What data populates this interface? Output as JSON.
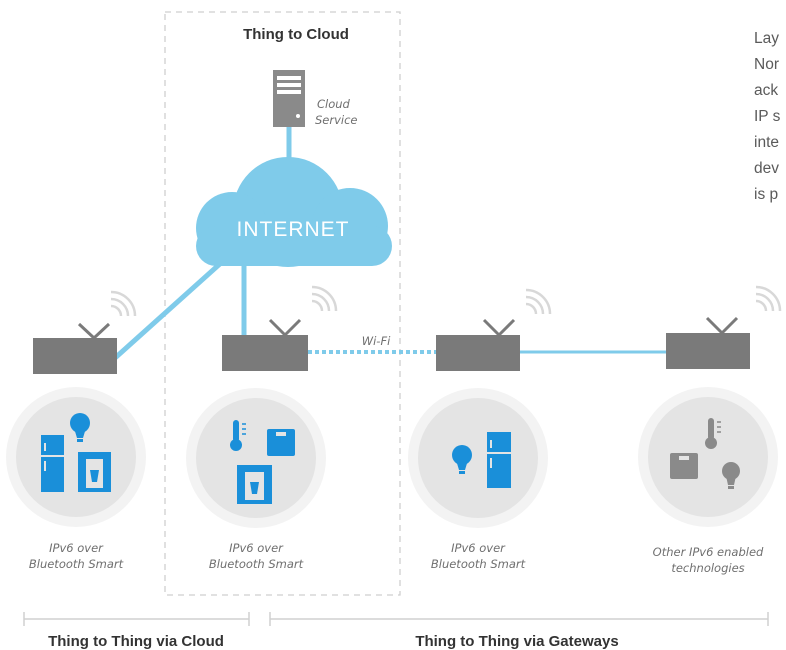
{
  "regions": {
    "cloud_region_title": "Thing to Cloud"
  },
  "cloud": {
    "service_label_line1": "Cloud",
    "service_label_line2": "Service",
    "internet_label": "INTERNET"
  },
  "links": {
    "wifi_label": "Wi-Fi"
  },
  "device_groups": [
    {
      "caption_line1": "IPv6 over",
      "caption_line2": "Bluetooth Smart"
    },
    {
      "caption_line1": "IPv6 over",
      "caption_line2": "Bluetooth Smart"
    },
    {
      "caption_line1": "IPv6 over",
      "caption_line2": "Bluetooth Smart"
    },
    {
      "caption_line1": "Other IPv6 enabled",
      "caption_line2": "technologies"
    }
  ],
  "brackets": {
    "left_label": "Thing to Thing via Cloud",
    "right_label": "Thing to Thing via Gateways"
  },
  "side_text": {
    "line1": "Lay",
    "line2": "Nor",
    "line3": "ack",
    "line4": "IP s",
    "line5": "inte",
    "line6": "dev",
    "line7": "is p"
  },
  "colors": {
    "accent_blue": "#1a8fd9",
    "link_blue": "#7fcbea",
    "gateway_gray": "#7a7a7a",
    "circle_gray": "#e6e6e6"
  }
}
